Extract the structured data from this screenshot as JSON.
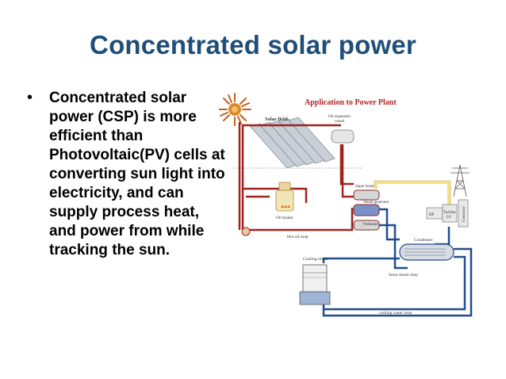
{
  "slide": {
    "title": "Concentrated solar power",
    "bullet_marker": "•",
    "bullet_text": "Concentrated solar power (CSP) is more efficient than Photovoltaic(PV) cells at converting sun light into electricity, and can supply process heat, and power from while tracking the sun."
  },
  "diagram": {
    "heading": "Application to Power Plant",
    "labels": {
      "solar_field": "Solar field",
      "oil_expansion_vessel_1": "Oil expansion",
      "oil_expansion_vessel_2": "vessel",
      "super_heater": "Super heater",
      "steam_generator": "Steam generator",
      "preheater": "Preheater",
      "oil_heater": "Oil heater",
      "hot_oil_loop": "Hot oil loop",
      "hp": "HP",
      "turbine": "Turbine",
      "lp": "LP",
      "generator": "Generator",
      "condenser": "Condenser",
      "cooling_tower": "Cooling tower",
      "solar_steam_loop": "Solar steam loop",
      "cooling_water_loop": "cooling water loop"
    },
    "colors": {
      "hot_oil": "#a0231f",
      "steam": "#f2e08a",
      "water": "#1f4e8c",
      "heading": "#b22222"
    }
  }
}
